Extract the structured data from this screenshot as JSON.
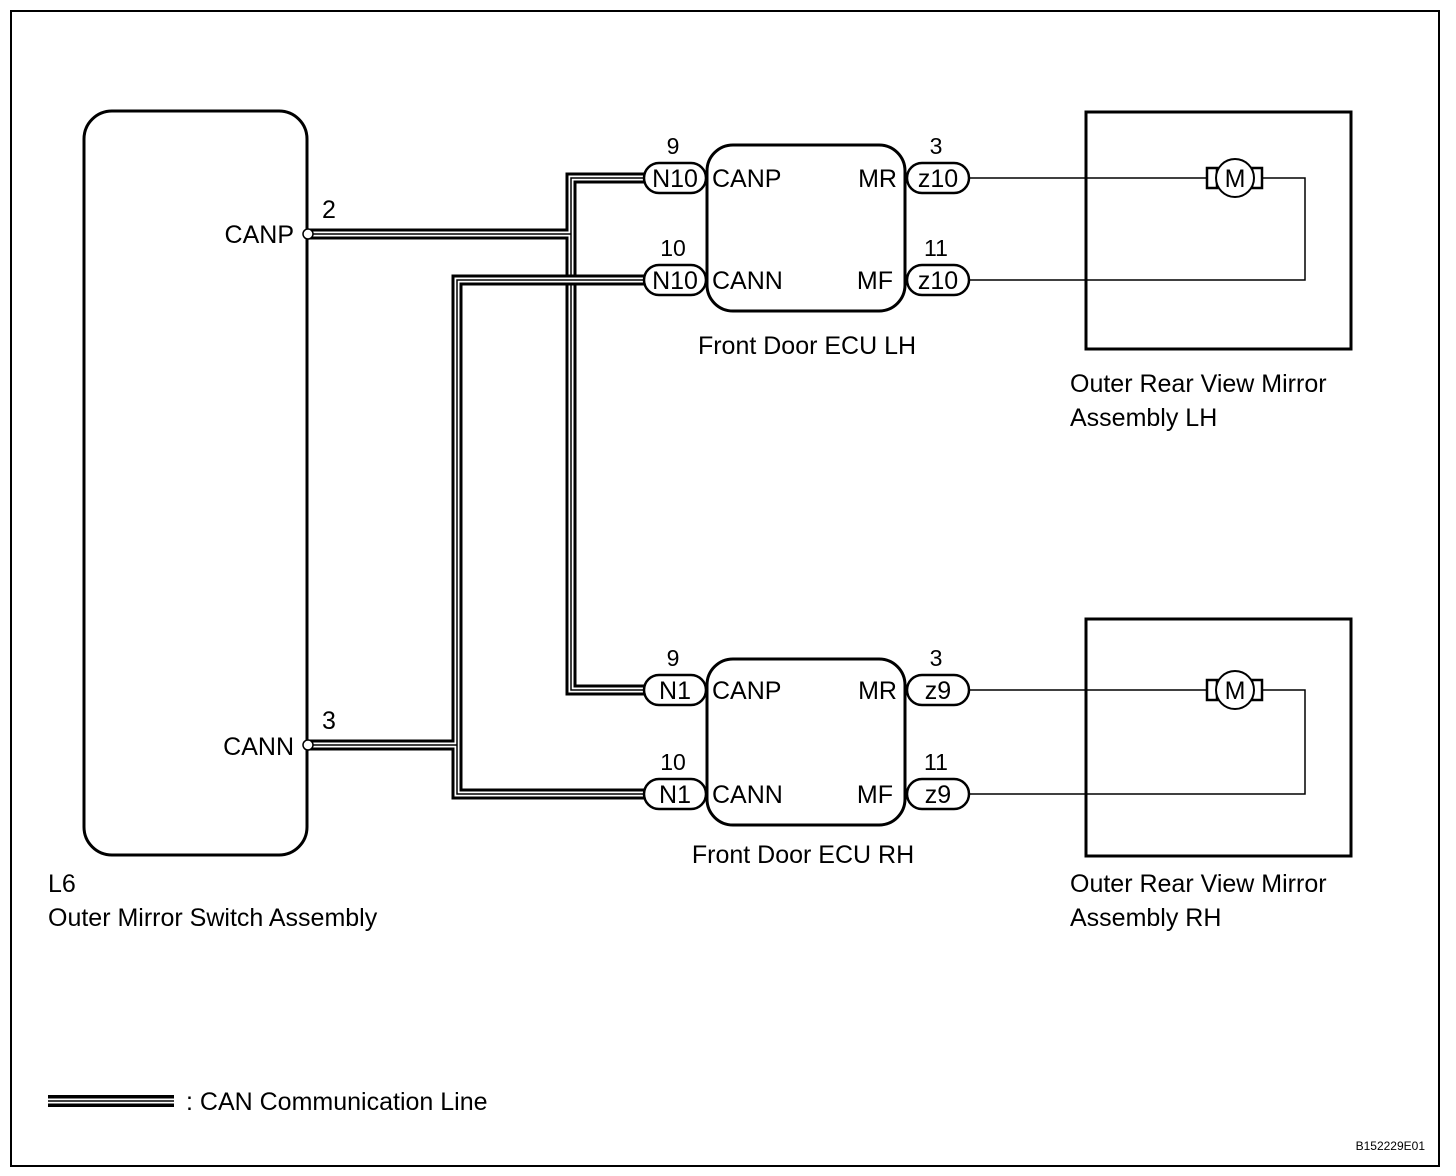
{
  "switch_assembly": {
    "connector_id": "L6",
    "name": "Outer Mirror Switch Assembly",
    "pins": [
      {
        "label": "CANP",
        "number": "2"
      },
      {
        "label": "CANN",
        "number": "3"
      }
    ]
  },
  "ecu_lh": {
    "name": "Front Door ECU LH",
    "left_connector": "N10",
    "right_connector": "z10",
    "pins": [
      {
        "label": "CANP",
        "number": "9",
        "side": "left"
      },
      {
        "label": "CANN",
        "number": "10",
        "side": "left"
      },
      {
        "label": "MR",
        "number": "3",
        "side": "right"
      },
      {
        "label": "MF",
        "number": "11",
        "side": "right"
      }
    ]
  },
  "ecu_rh": {
    "name": "Front Door ECU RH",
    "left_connector": "N1",
    "right_connector": "z9",
    "pins": [
      {
        "label": "CANP",
        "number": "9",
        "side": "left"
      },
      {
        "label": "CANN",
        "number": "10",
        "side": "left"
      },
      {
        "label": "MR",
        "number": "3",
        "side": "right"
      },
      {
        "label": "MF",
        "number": "11",
        "side": "right"
      }
    ]
  },
  "mirror_lh": {
    "name_line1": "Outer Rear View Mirror",
    "name_line2": "Assembly LH",
    "motor_symbol": "M"
  },
  "mirror_rh": {
    "name_line1": "Outer Rear View Mirror",
    "name_line2": "Assembly RH",
    "motor_symbol": "M"
  },
  "legend": {
    "text": ": CAN Communication Line"
  },
  "figure_code": "B152229E01"
}
